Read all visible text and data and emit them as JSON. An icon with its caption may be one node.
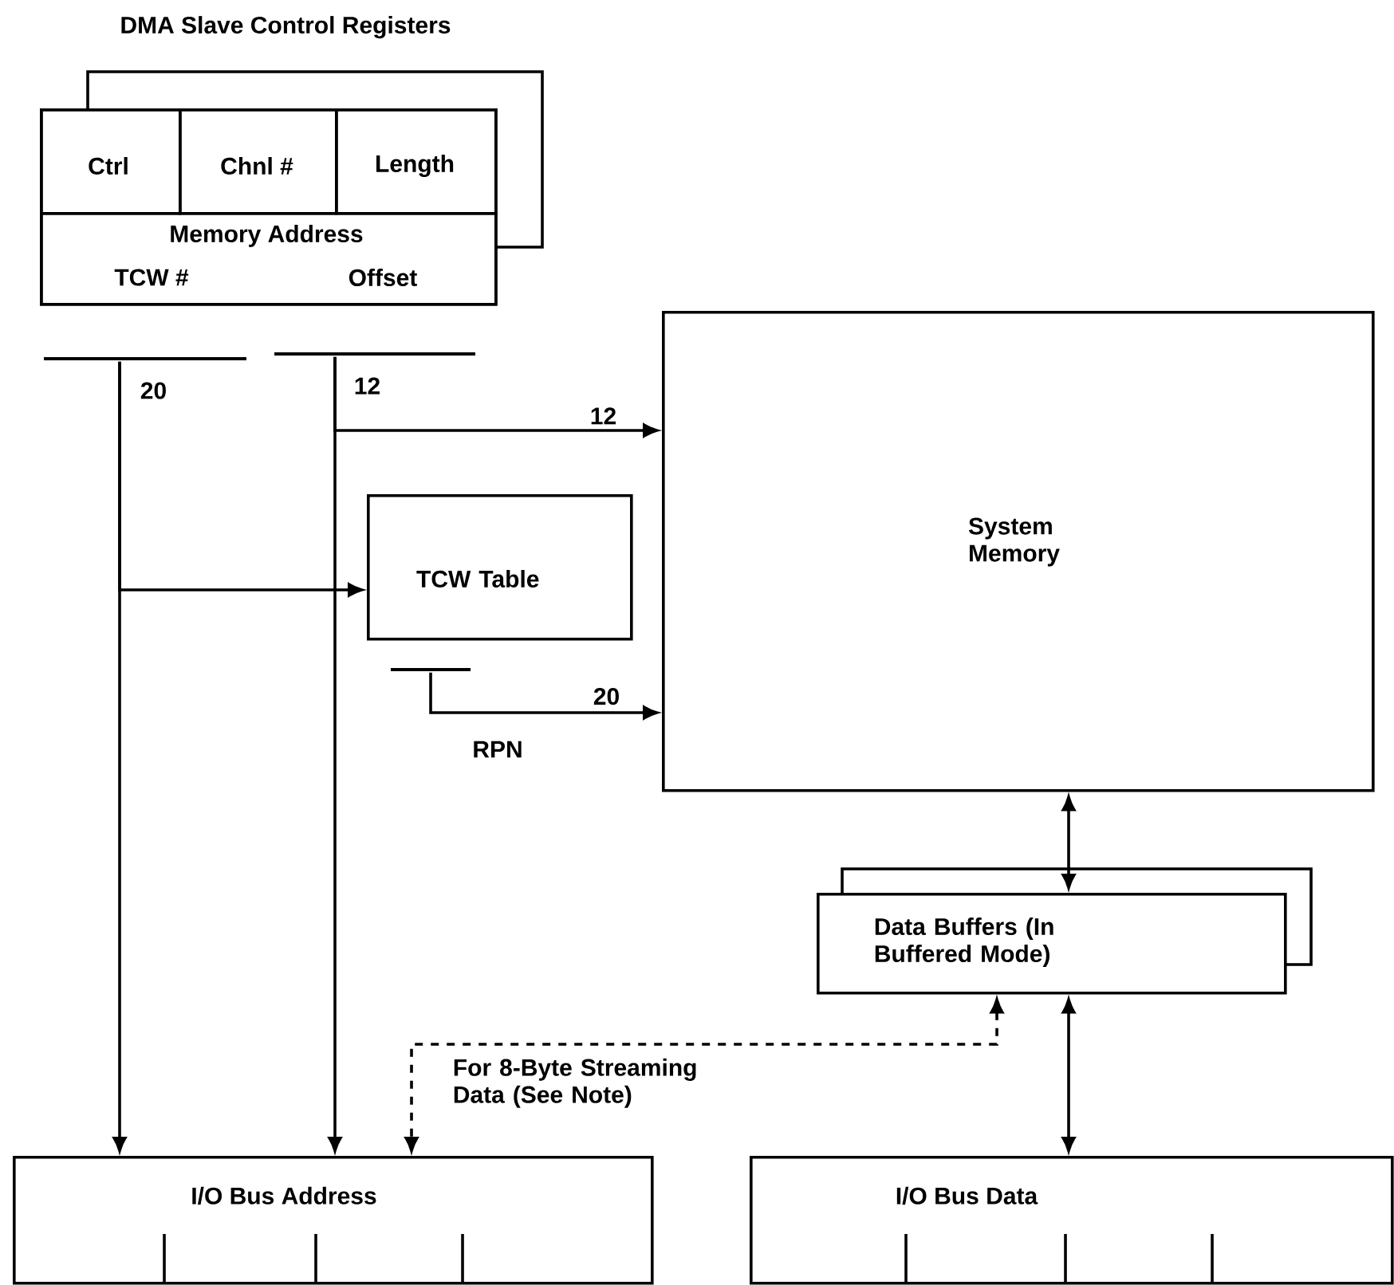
{
  "diagram": {
    "nodes": [
      {
        "text": [
          "DMA Slave Control Registers"
        ]
      },
      {
        "text": [
          "Ctrl"
        ],
        "in": 0
      },
      {
        "text": [
          "Chnl #"
        ],
        "in": 0
      },
      {
        "text": [
          "Length"
        ],
        "in": 0
      },
      {
        "text": [
          "Memory Address"
        ],
        "in": 0
      },
      {
        "text": [
          "TCW #"
        ],
        "in": 4
      },
      {
        "text": [
          "Offset"
        ],
        "in": 4
      },
      {
        "text": [],
        "shape": "bar"
      },
      {
        "text": [],
        "shape": "bar"
      },
      {
        "text": [
          "System Memory"
        ]
      },
      {
        "text": [
          "TCW Table"
        ]
      },
      {
        "text": [],
        "shape": "bar",
        "beside": [
          "RPN"
        ]
      },
      {
        "text": [
          "Data Buffers (In Buffered Mode)"
        ]
      },
      {
        "text": [
          "I/O Bus Address"
        ]
      },
      {
        "text": [
          "I/O Bus Data"
        ]
      }
    ],
    "edges": [
      {
        "from": 7,
        "to": 13,
        "arrow": "to"
      },
      {
        "from": 7,
        "to": 10,
        "arrow": "to"
      },
      {
        "from": 8,
        "to": 9,
        "arrow": "to",
        "label": "12"
      },
      {
        "from": 8,
        "to": 13,
        "arrow": "to"
      },
      {
        "from": 11,
        "to": 9,
        "arrow": "to",
        "label": "20"
      },
      {
        "from": 9,
        "to": 12,
        "arrow": "both"
      },
      {
        "from": 12,
        "to": 14,
        "arrow": "both"
      },
      {
        "from": 12,
        "to": 13,
        "arrow": "both",
        "style": "dashed",
        "label": "For 8-Byte Streaming Data (See Note)"
      }
    ],
    "labels": [
      "20",
      "12"
    ]
  }
}
